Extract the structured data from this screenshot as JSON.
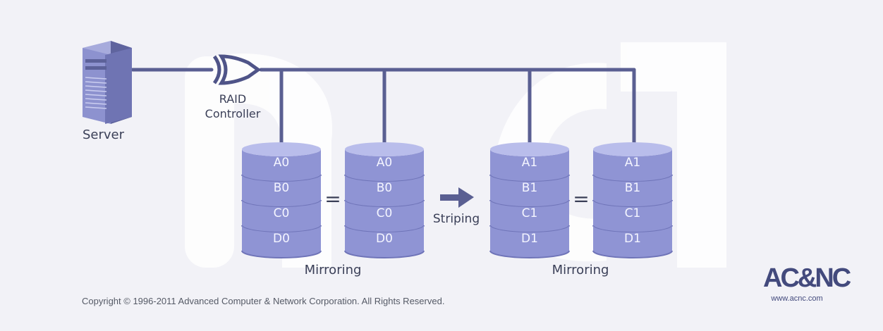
{
  "labels": {
    "server": "Server",
    "raid_controller_line1": "RAID",
    "raid_controller_line2": "Controller",
    "striping": "Striping",
    "mirroring_left": "Mirroring",
    "mirroring_right": "Mirroring",
    "equals_left": "=",
    "equals_right": "="
  },
  "disks": [
    {
      "blocks": [
        "A0",
        "B0",
        "C0",
        "D0"
      ]
    },
    {
      "blocks": [
        "A0",
        "B0",
        "C0",
        "D0"
      ]
    },
    {
      "blocks": [
        "A1",
        "B1",
        "C1",
        "D1"
      ]
    },
    {
      "blocks": [
        "A1",
        "B1",
        "C1",
        "D1"
      ]
    }
  ],
  "footer": {
    "copyright": "Copyright © 1996-2011 Advanced Computer & Network Corporation. All Rights Reserved."
  },
  "logo": {
    "word": "AC&NC",
    "url": "www.acnc.com"
  },
  "colors": {
    "line": "#5a5f92",
    "disk_body": "#8f94d4",
    "disk_top": "#b9bdeb",
    "disk_bottom": "#6f74b8",
    "text_dark": "#3a3f57"
  }
}
